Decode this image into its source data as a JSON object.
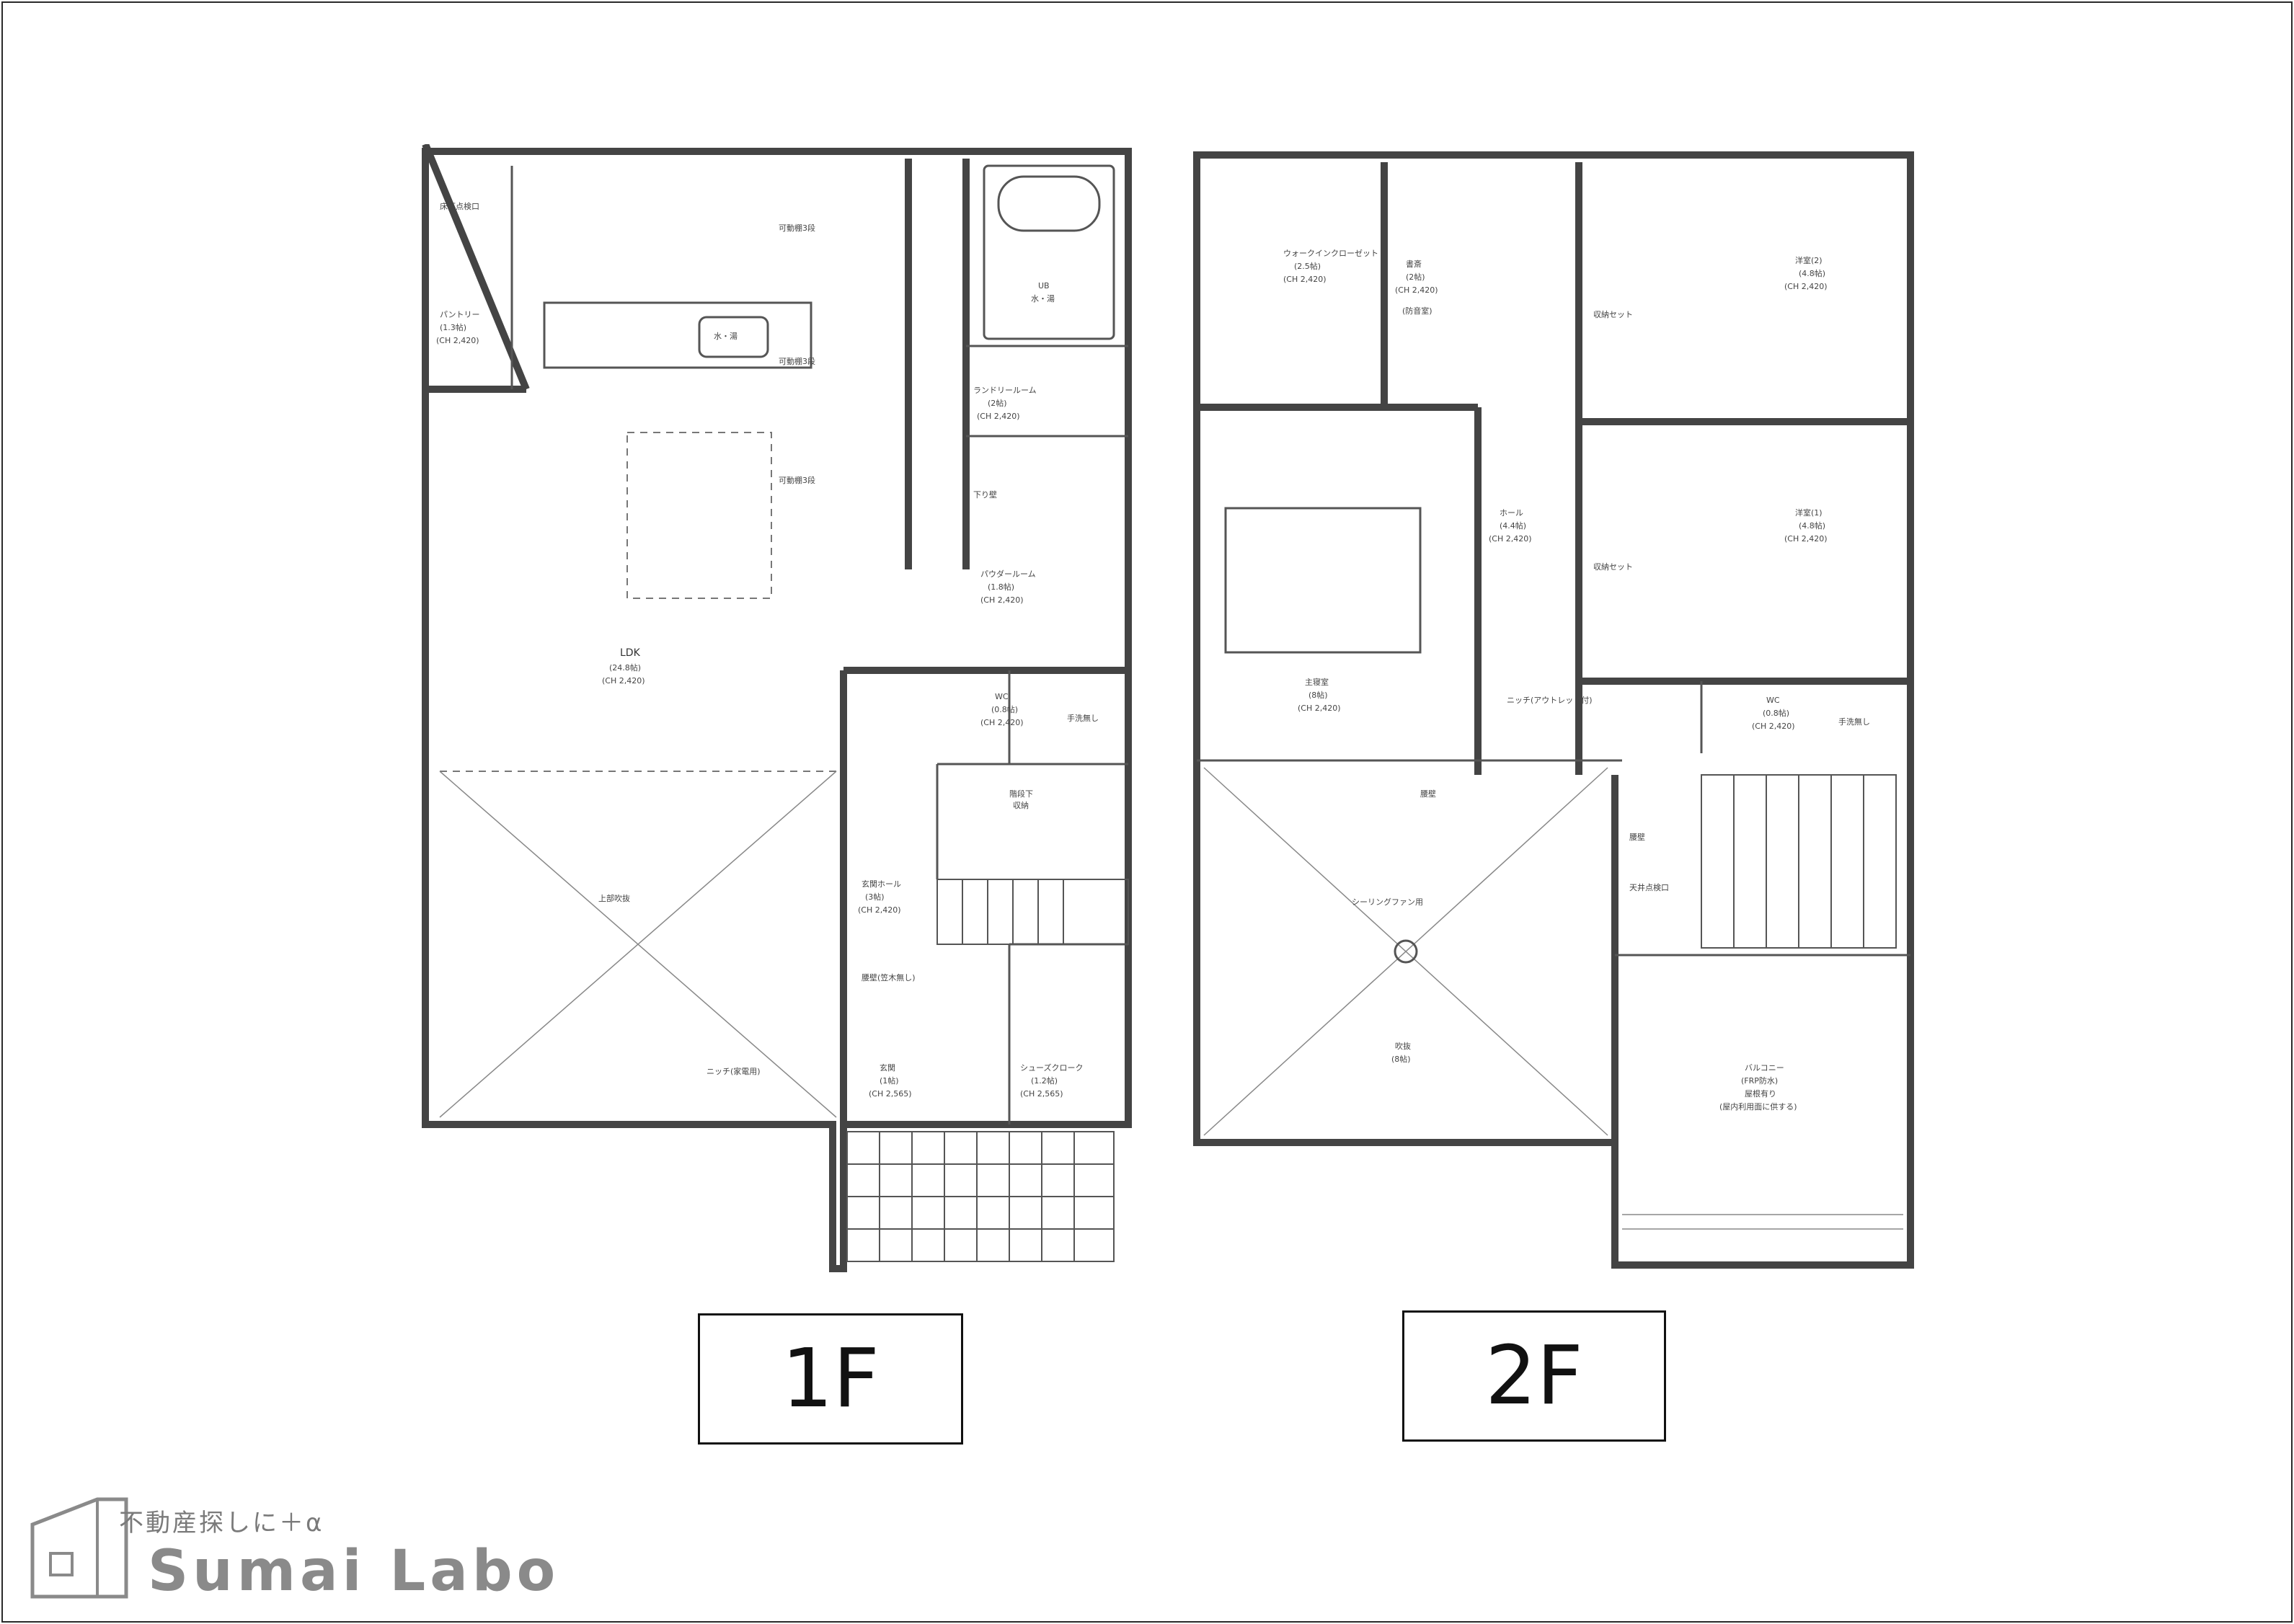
{
  "floors": [
    {
      "label": "1F",
      "rooms": [
        {
          "name": "LDK",
          "area": "(24.8帖)",
          "ch": "(CH 2,420)"
        },
        {
          "name": "UB",
          "note": "水・湯"
        },
        {
          "name": "パウダールーム",
          "area": "(1.8帖)",
          "ch": "(CH 2,420)"
        },
        {
          "name": "ランドリールーム",
          "area": "(2帖)",
          "ch": "(CH 2,420)"
        },
        {
          "name": "WC",
          "area": "(0.8帖)",
          "ch": "(CH 2,420)"
        },
        {
          "name": "玄関ホール",
          "area": "(3帖)",
          "ch": "(CH 2,420)"
        },
        {
          "name": "玄関",
          "area": "(1帖)",
          "ch": "(CH 2,565)"
        },
        {
          "name": "シューズクローク",
          "area": "(1.2帖)",
          "ch": "(CH 2,565)"
        },
        {
          "name": "パントリー",
          "area": "(1.3帖)",
          "ch": "(CH 2,420)"
        },
        {
          "name": "上部吹抜"
        },
        {
          "name": "階段下",
          "note": "収納"
        }
      ],
      "notes": [
        "可動棚3段",
        "可動棚3段",
        "可動棚3段",
        "手洗無し",
        "腰壁(笠木無し)",
        "ニッチ(家電用)",
        "下り壁",
        "床下点検口",
        "水・湯"
      ]
    },
    {
      "label": "2F",
      "rooms": [
        {
          "name": "ウォークインクローゼット",
          "area": "(2.5帖)",
          "ch": "(CH 2,420)"
        },
        {
          "name": "書斎",
          "area": "(2帖)",
          "ch": "(CH 2,420)",
          "note": "(防音室)"
        },
        {
          "name": "洋室(2)",
          "area": "(4.8帖)",
          "ch": "(CH 2,420)"
        },
        {
          "name": "洋室(1)",
          "area": "(4.8帖)",
          "ch": "(CH 2,420)"
        },
        {
          "name": "ホール",
          "area": "(4.4帖)",
          "ch": "(CH 2,420)"
        },
        {
          "name": "主寝室",
          "area": "(8帖)",
          "ch": "(CH 2,420)"
        },
        {
          "name": "WC",
          "area": "(0.8帖)",
          "ch": "(CH 2,420)"
        },
        {
          "name": "吹抜",
          "area": "(8帖)"
        },
        {
          "name": "バルコニー",
          "note": "(FRP防水)",
          "extra": "屋根有り",
          "extra2": "(屋内利用面に供する)"
        }
      ],
      "notes": [
        "収納セット",
        "収納セット",
        "手洗無し",
        "腰壁",
        "腰壁",
        "天井点検口",
        "シーリングファン用",
        "ニッチ(アウトレット付)"
      ]
    }
  ],
  "logo": {
    "tagline": "不動産探しに＋α",
    "name": "Sumai Labo"
  }
}
